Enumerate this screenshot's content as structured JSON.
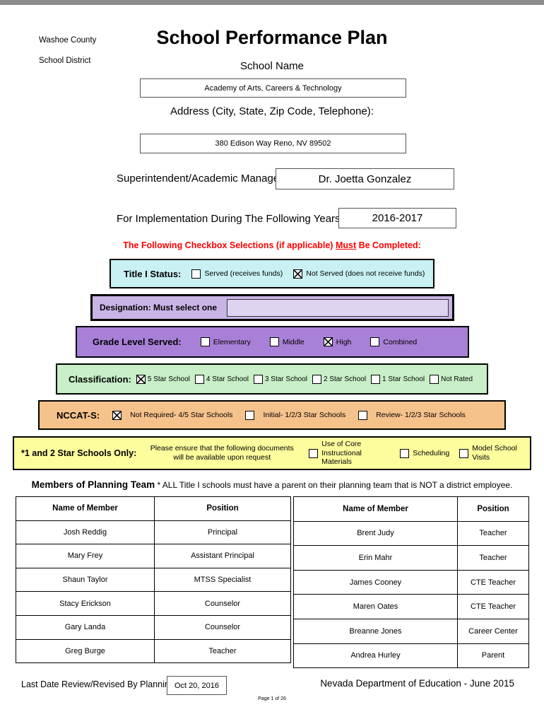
{
  "header": {
    "district_line1": "Washoe County",
    "district_line2": "School District",
    "title": "School Performance Plan"
  },
  "school": {
    "name_label": "School Name",
    "name_value": "Academy of Arts, Careers & Technology",
    "address_label": "Address (City, State, Zip Code, Telephone):",
    "address_value": "380 Edison Way  Reno, NV  89502",
    "superintendent_label": "Superintendent/Academic Manager:",
    "superintendent_value": "Dr. Joetta Gonzalez",
    "implementation_label": "For Implementation During The Following Years:",
    "implementation_value": "2016-2017"
  },
  "notice": {
    "pre": "The Following Checkbox Selections (if applicable) ",
    "underlined": "Must",
    "post": " Be Completed:",
    "color": "#ff0000"
  },
  "banners": {
    "title1_status": {
      "label": "Title I Status:",
      "color": "#c9f1f3",
      "options": [
        {
          "label": "Served  (receives funds)",
          "checked": false
        },
        {
          "label": "Not Served  (does not receive funds)",
          "checked": true
        }
      ]
    },
    "designation": {
      "label": "Designation: Must select one",
      "color": "#c9b4e6",
      "input_color": "#dfd3f2",
      "input_value": ""
    },
    "grade_level": {
      "label": "Grade Level Served:",
      "color": "#a980d8",
      "options": [
        {
          "label": "Elementary",
          "checked": false
        },
        {
          "label": "Middle",
          "checked": false
        },
        {
          "label": "High",
          "checked": true
        },
        {
          "label": "Combined",
          "checked": false
        }
      ]
    },
    "classification": {
      "label": "Classification:",
      "color": "#c8efc8",
      "options": [
        {
          "label": "5 Star School",
          "checked": true
        },
        {
          "label": "4 Star School",
          "checked": false
        },
        {
          "label": "3 Star School",
          "checked": false
        },
        {
          "label": "2 Star School",
          "checked": false
        },
        {
          "label": "1 Star School",
          "checked": false
        },
        {
          "label": "Not Rated",
          "checked": false
        }
      ]
    },
    "nccats": {
      "label": "NCCAT-S:",
      "color": "#f6c28b",
      "options": [
        {
          "label": "Not Required- 4/5 Star Schools",
          "checked": true
        },
        {
          "label": "Initial- 1/2/3 Star Schools",
          "checked": false
        },
        {
          "label": "Review- 1/2/3 Star Schools",
          "checked": false
        }
      ]
    },
    "star_schools": {
      "label": "*1 and 2 Star Schools Only:",
      "color": "#fdfd9d",
      "note": "Please ensure that the following documents will be available upon request",
      "options": [
        {
          "label": "Use of Core Instructional Materials",
          "checked": false
        },
        {
          "label": "Scheduling",
          "checked": false
        },
        {
          "label": "Model School Visits",
          "checked": false
        }
      ]
    }
  },
  "team": {
    "heading": "Members of Planning Team",
    "note": " *  ALL Title I schools must have a parent on their planning team that is NOT a district employee.",
    "col_name": "Name of Member",
    "col_position": "Position",
    "left_rows": [
      {
        "name": "Josh Reddig",
        "position": "Principal"
      },
      {
        "name": "Mary Frey",
        "position": "Assistant Principal"
      },
      {
        "name": "Shaun Taylor",
        "position": "MTSS Specialist"
      },
      {
        "name": "Stacy Erickson",
        "position": "Counselor"
      },
      {
        "name": "Gary Landa",
        "position": "Counselor"
      },
      {
        "name": "Greg Burge",
        "position": "Teacher"
      }
    ],
    "right_rows": [
      {
        "name": "Brent Judy",
        "position": "Teacher"
      },
      {
        "name": "Erin Mahr",
        "position": "Teacher"
      },
      {
        "name": "James Cooney",
        "position": "CTE Teacher"
      },
      {
        "name": "Maren Oates",
        "position": "CTE Teacher"
      },
      {
        "name": "Breanne Jones",
        "position": "Career Center"
      },
      {
        "name": "Andrea Hurley",
        "position": "Parent"
      }
    ]
  },
  "footer": {
    "last_review_label": "Last Date Review/Revised By Planning Team:",
    "last_review_value": "Oct 20, 2016",
    "credit": "Nevada Department of Education - June 2015",
    "page_number": "Page 1 of 26"
  }
}
